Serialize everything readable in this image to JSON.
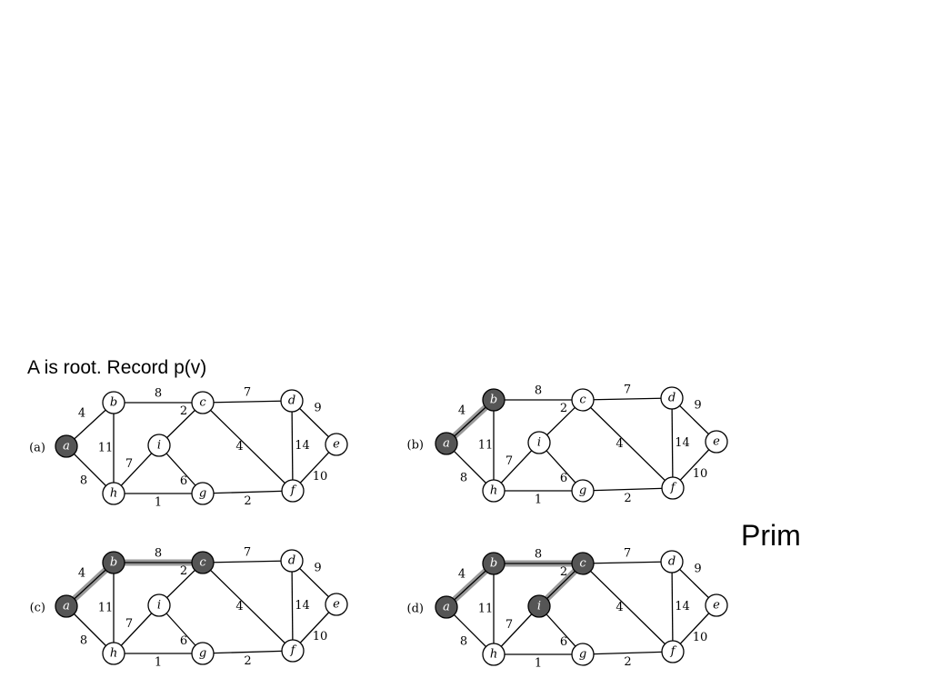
{
  "caption": "A is root. Record p(v)",
  "side_title": "Prim",
  "graph": {
    "nodes": [
      "a",
      "b",
      "c",
      "d",
      "e",
      "f",
      "g",
      "h",
      "i"
    ],
    "edges": [
      {
        "u": "a",
        "v": "b",
        "w": "4"
      },
      {
        "u": "a",
        "v": "h",
        "w": "8"
      },
      {
        "u": "b",
        "v": "c",
        "w": "8"
      },
      {
        "u": "b",
        "v": "h",
        "w": "11"
      },
      {
        "u": "c",
        "v": "d",
        "w": "7"
      },
      {
        "u": "c",
        "v": "i",
        "w": "2"
      },
      {
        "u": "c",
        "v": "f",
        "w": "4"
      },
      {
        "u": "d",
        "v": "e",
        "w": "9"
      },
      {
        "u": "d",
        "v": "f",
        "w": "14"
      },
      {
        "u": "e",
        "v": "f",
        "w": "10"
      },
      {
        "u": "f",
        "v": "g",
        "w": "2"
      },
      {
        "u": "g",
        "v": "h",
        "w": "1"
      },
      {
        "u": "g",
        "v": "i",
        "w": "6"
      },
      {
        "u": "h",
        "v": "i",
        "w": "7"
      }
    ]
  },
  "panels": [
    {
      "label": "(a)",
      "visited": [
        "a"
      ],
      "tree_edges": []
    },
    {
      "label": "(b)",
      "visited": [
        "a",
        "b"
      ],
      "tree_edges": [
        [
          "a",
          "b"
        ]
      ]
    },
    {
      "label": "(c)",
      "visited": [
        "a",
        "b",
        "c"
      ],
      "tree_edges": [
        [
          "a",
          "b"
        ],
        [
          "b",
          "c"
        ]
      ]
    },
    {
      "label": "(d)",
      "visited": [
        "a",
        "b",
        "c",
        "i"
      ],
      "tree_edges": [
        [
          "a",
          "b"
        ],
        [
          "b",
          "c"
        ],
        [
          "c",
          "i"
        ]
      ]
    }
  ]
}
